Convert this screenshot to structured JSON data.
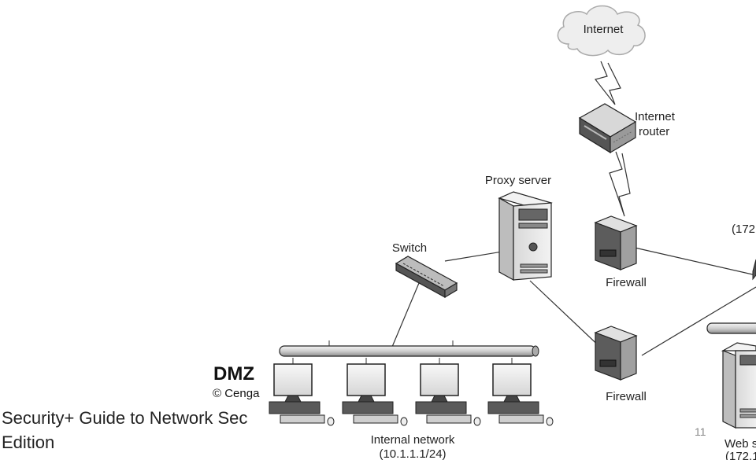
{
  "slide": {
    "title": "DMZ",
    "copyright": "© Cenga",
    "footer_line1": "Security+ Guide to Network Sec",
    "footer_line2": "Edition",
    "page_number": "11"
  },
  "diagram": {
    "internet": "Internet",
    "router_line1": "Internet",
    "router_line2": "router",
    "proxy": "Proxy server",
    "switch": "Switch",
    "firewall_top": "Firewall",
    "firewall_bottom": "Firewall",
    "internal_line1": "Internal network",
    "internal_line2": "(10.1.1.1/24)",
    "subnet_partial": "(172",
    "web_partial_line1": "Web s",
    "web_partial_line2": "(172.1"
  }
}
